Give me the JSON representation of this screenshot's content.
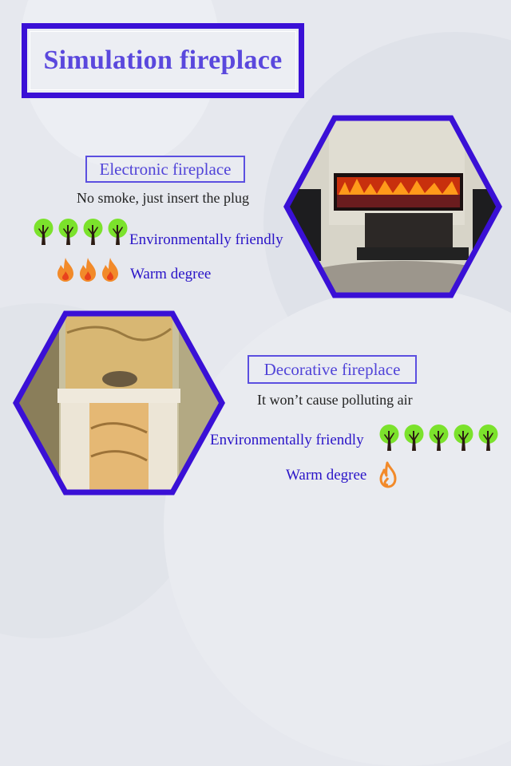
{
  "title": "Simulation fireplace",
  "colors": {
    "accent": "#3a10d6",
    "title_text": "#5a48dd",
    "feature_text": "#2a14c8",
    "tree_leaf": "#7be22c",
    "tree_trunk": "#2b1a12",
    "flame": "#f28a2a"
  },
  "electronic": {
    "label": "Electronic fireplace",
    "description": "No smoke, just insert the plug",
    "env_label": "Environmentally friendly",
    "env_rating": 4,
    "env_icon": "tree-icon",
    "warm_label": "Warm degree",
    "warm_rating": 3,
    "warm_icon": "flame-icon",
    "image": "electric-fireplace-photo"
  },
  "decorative": {
    "label": "Decorative fireplace",
    "description": "It won’t cause polluting air",
    "env_label": "Environmentally friendly",
    "env_rating": 5,
    "env_icon": "tree-icon",
    "warm_label": "Warm degree",
    "warm_rating": 1,
    "warm_icon": "flame-outline-icon",
    "image": "marble-fireplace-photo"
  }
}
